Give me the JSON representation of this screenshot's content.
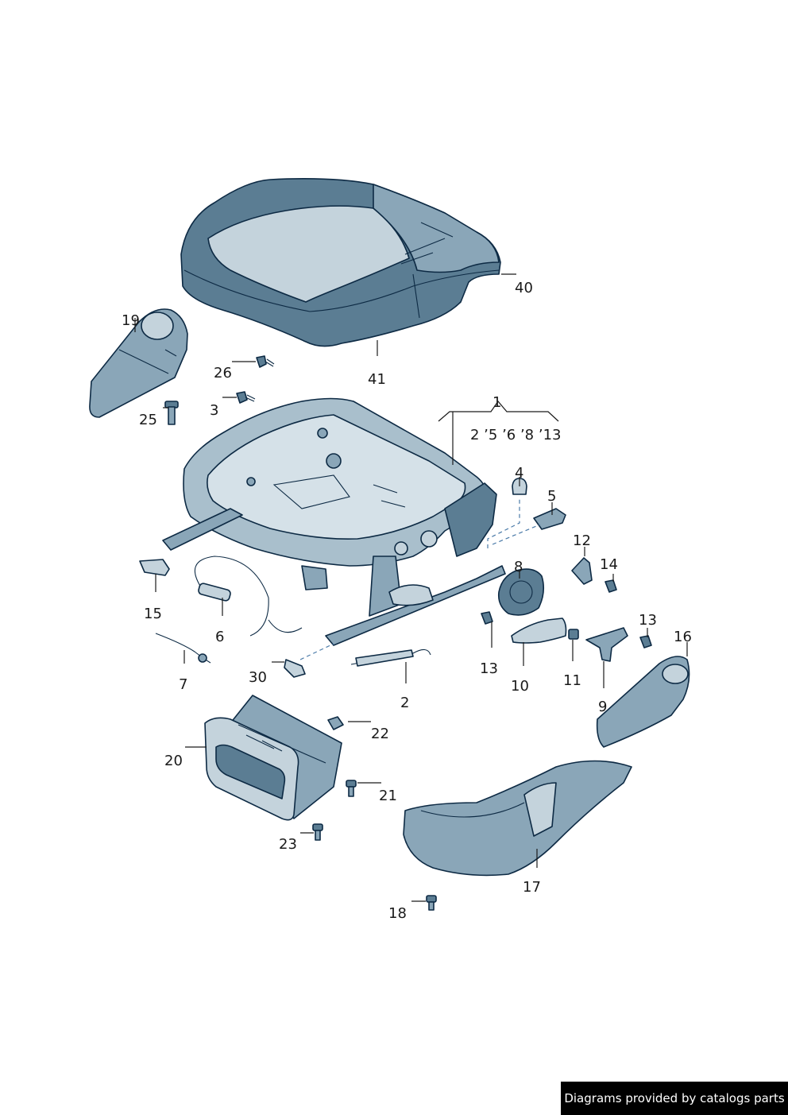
{
  "callouts": {
    "c1": "1",
    "c1_sub": "2 ’5 ’6 ’8 ’13",
    "c2": "2",
    "c3": "3",
    "c4": "4",
    "c5": "5",
    "c6": "6",
    "c7": "7",
    "c8": "8",
    "c9": "9",
    "c10": "10",
    "c11": "11",
    "c12": "12",
    "c13a": "13",
    "c13b": "13",
    "c14": "14",
    "c15": "15",
    "c16": "16",
    "c17": "17",
    "c18": "18",
    "c19": "19",
    "c20": "20",
    "c21": "21",
    "c22": "22",
    "c23": "23",
    "c25": "25",
    "c26": "26",
    "c30": "30",
    "c40": "40",
    "c41": "41"
  },
  "credit": "Diagrams provided by catalogs parts",
  "colors": {
    "part_light": "#c4d3dc",
    "part_mid": "#8aa6b8",
    "part_dark": "#5b7d93",
    "outline": "#0d2a44",
    "credit_bg": "#000000"
  }
}
